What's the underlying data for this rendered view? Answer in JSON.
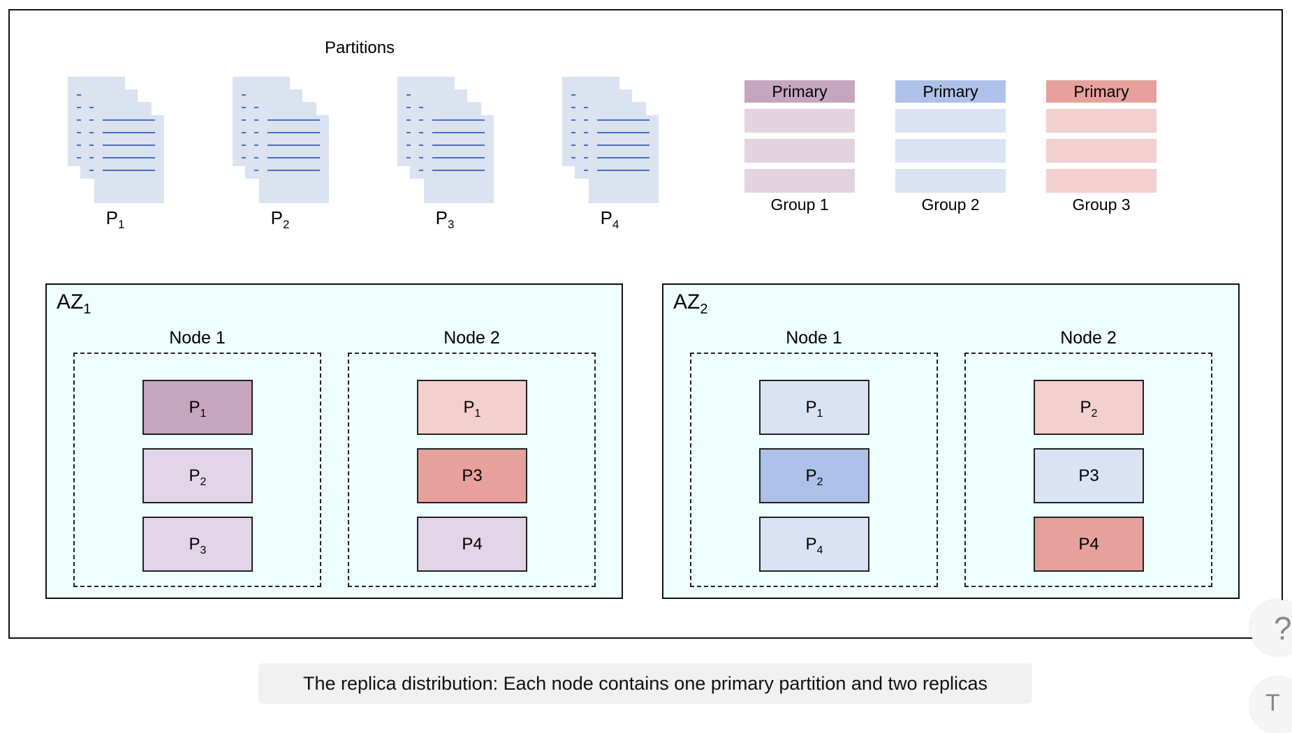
{
  "diagram": {
    "partitions_title": "Partitions",
    "partitions": [
      {
        "main": "P",
        "sub": "1"
      },
      {
        "main": "P",
        "sub": "2"
      },
      {
        "main": "P",
        "sub": "3"
      },
      {
        "main": "P",
        "sub": "4"
      }
    ],
    "groups": [
      {
        "header": "Primary",
        "label": "Group 1",
        "primary_color": "#c6a5bf",
        "replica_color": "#e3d3df"
      },
      {
        "header": "Primary",
        "label": "Group 2",
        "primary_color": "#adc1e9",
        "replica_color": "#d9e3f4"
      },
      {
        "header": "Primary",
        "label": "Group 3",
        "primary_color": "#e6a19c",
        "replica_color": "#f2d0cd"
      }
    ],
    "azs": [
      {
        "main": "AZ",
        "sub": "1",
        "nodes": [
          {
            "title": "Node 1",
            "parts": [
              {
                "main": "P",
                "sub": "1",
                "color": "#c6a5bf"
              },
              {
                "main": "P",
                "sub": "2",
                "color": "#e2d5e7"
              },
              {
                "main": "P",
                "sub": "3",
                "color": "#e2d5e7"
              }
            ]
          },
          {
            "title": "Node 2",
            "parts": [
              {
                "main": "P",
                "sub": "1",
                "color": "#f2d0cd"
              },
              {
                "main": "P3",
                "sub": "",
                "color": "#e6a19c"
              },
              {
                "main": "P4",
                "sub": "",
                "color": "#e2d5e7"
              }
            ]
          }
        ]
      },
      {
        "main": "AZ",
        "sub": "2",
        "nodes": [
          {
            "title": "Node 1",
            "parts": [
              {
                "main": "P",
                "sub": "1",
                "color": "#d9e3f4"
              },
              {
                "main": "P",
                "sub": "2",
                "color": "#adc1e9"
              },
              {
                "main": "P",
                "sub": "4",
                "color": "#d9e3f4"
              }
            ]
          },
          {
            "title": "Node 2",
            "parts": [
              {
                "main": "P",
                "sub": "2",
                "color": "#f2d0cd"
              },
              {
                "main": "P3",
                "sub": "",
                "color": "#d9e3f4"
              },
              {
                "main": "P4",
                "sub": "",
                "color": "#e6a19c"
              }
            ]
          }
        ]
      }
    ]
  },
  "caption": "The replica distribution: Each node contains one primary partition and two replicas",
  "help_icon": "?",
  "text_tool_icon": "T"
}
